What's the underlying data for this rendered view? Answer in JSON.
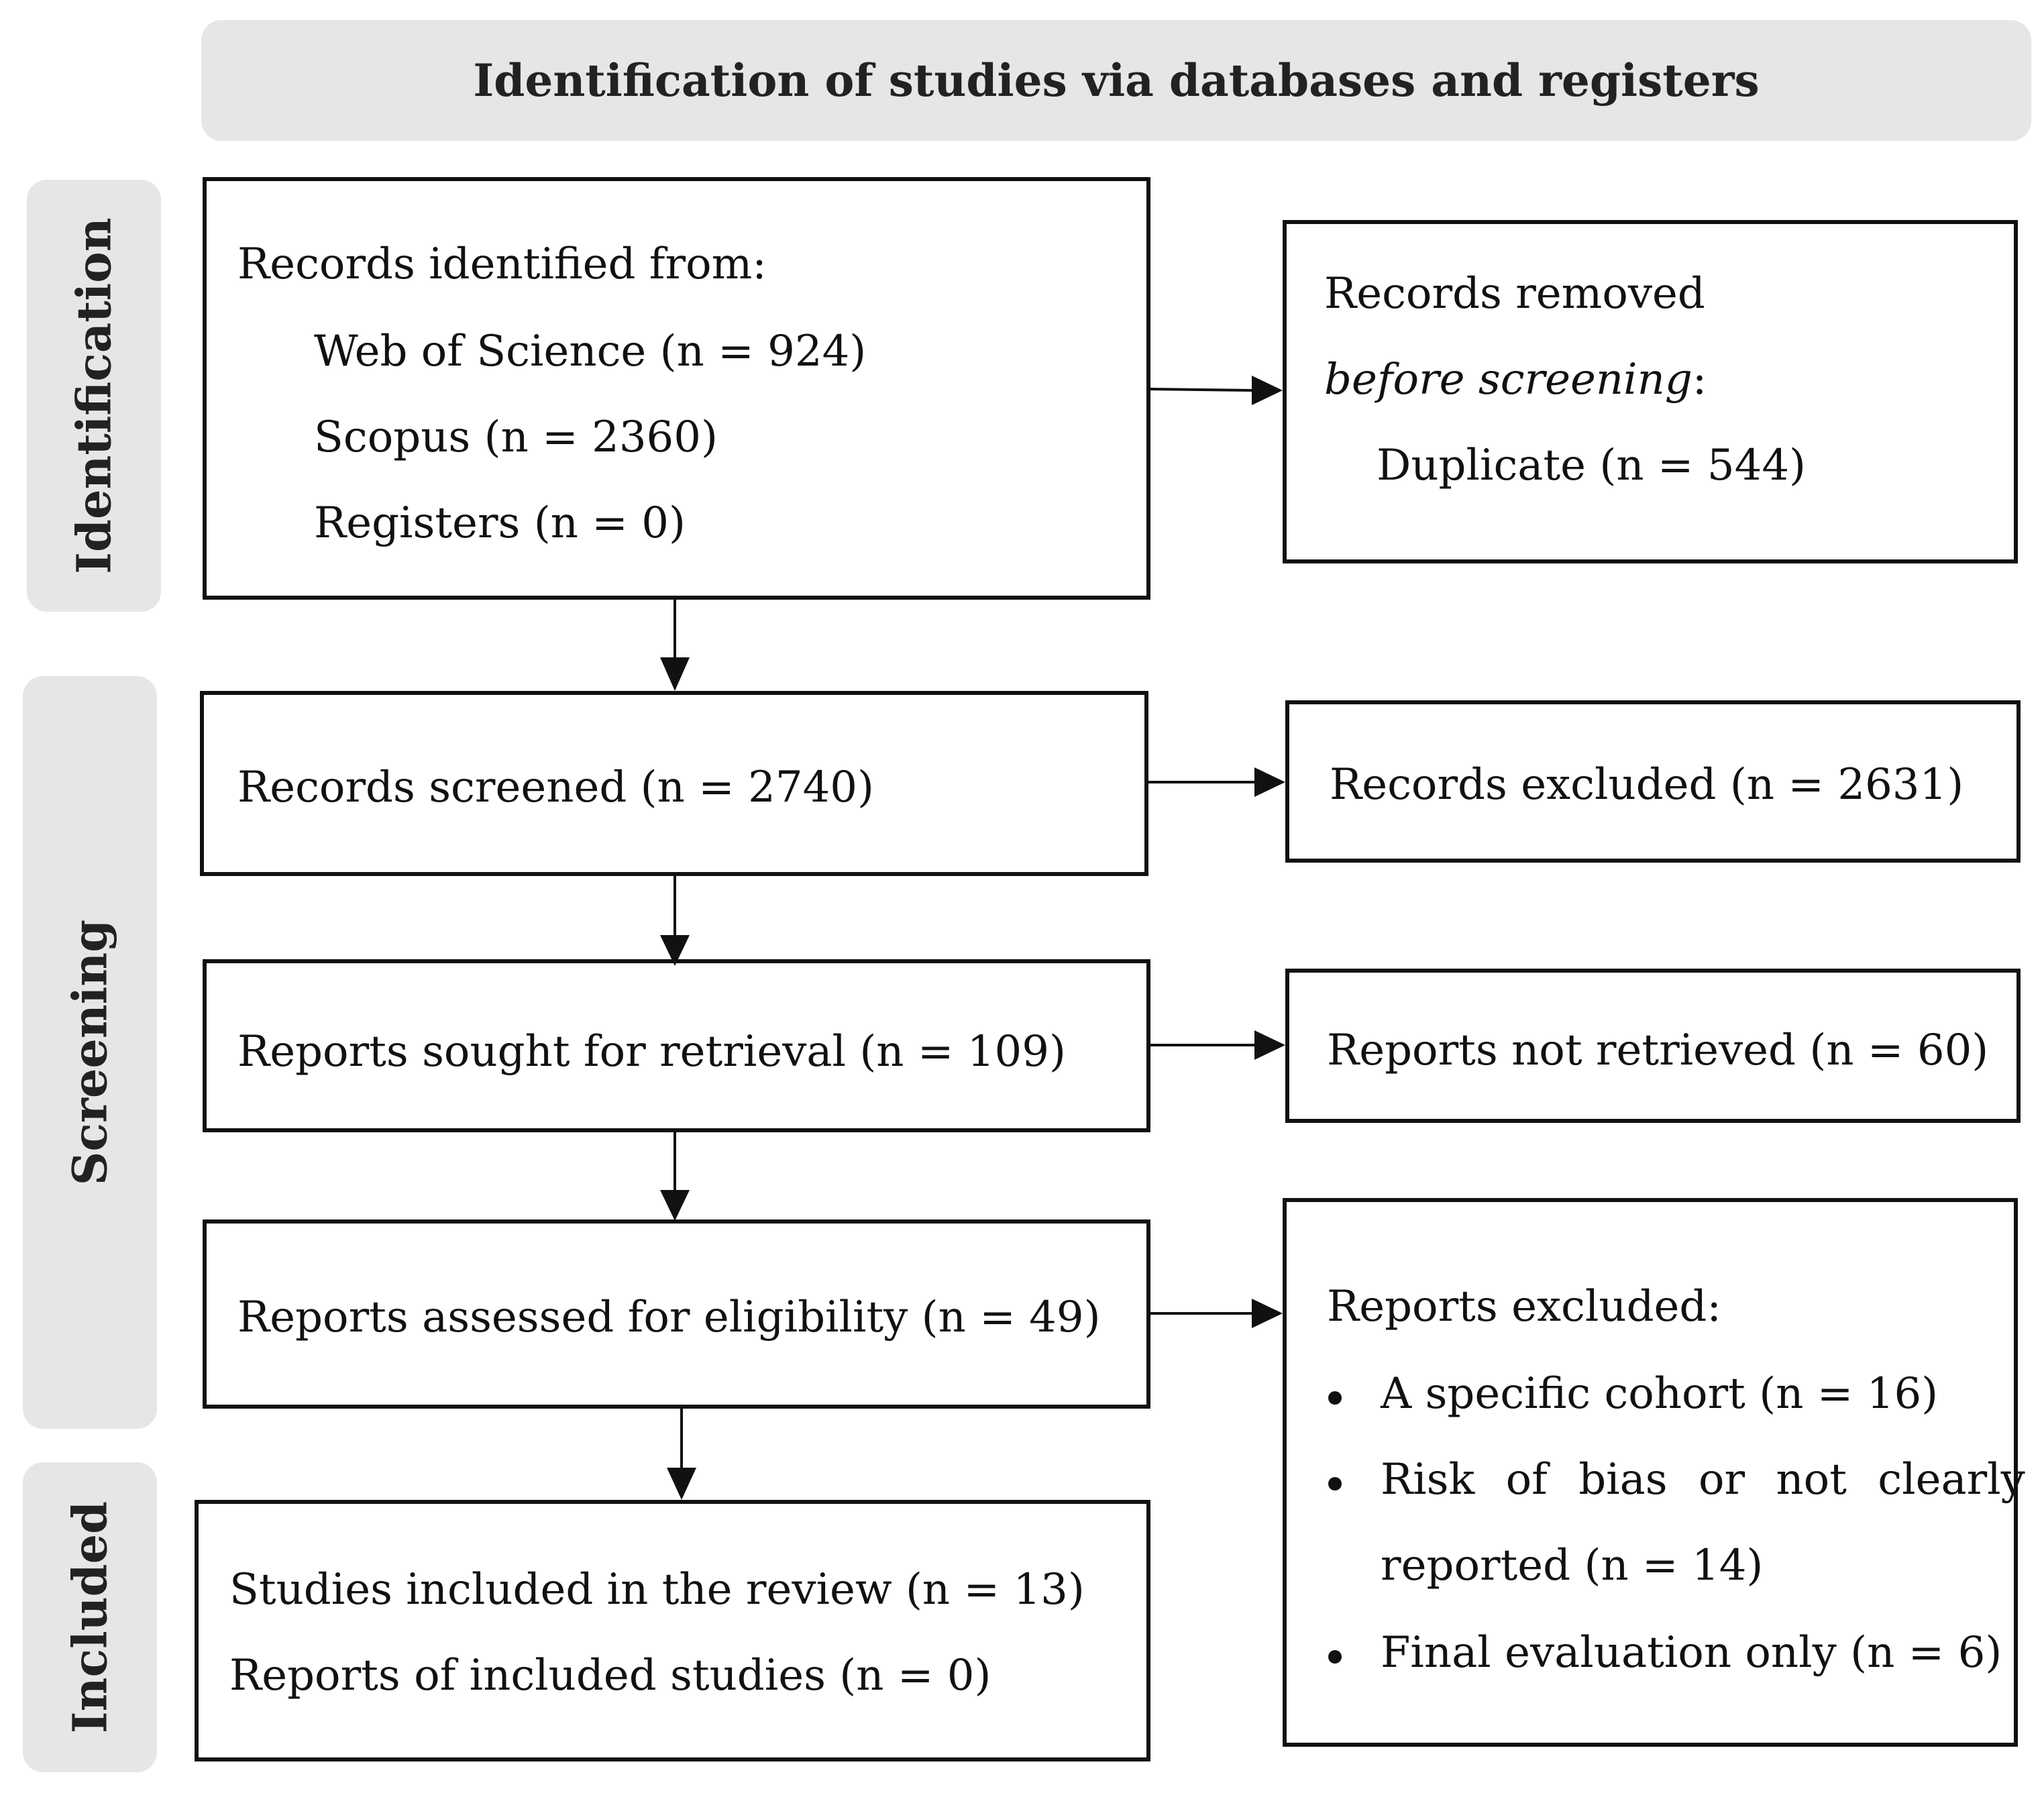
{
  "header": {
    "title": "Identification of studies via databases and registers"
  },
  "phases": {
    "identification": "Identification",
    "screening": "Screening",
    "included": "Included"
  },
  "identified": {
    "heading": "Records identified from:",
    "wos": "Web of Science (n = 924)",
    "scopus": "Scopus (n = 2360)",
    "registers": "Registers (n = 0)"
  },
  "removed": {
    "line1": "Records removed",
    "line2_italic": "before screening",
    "line2_colon": ":",
    "duplicate": "Duplicate (n = 544)"
  },
  "screened": {
    "label": "Records screened (n = 2740)"
  },
  "excluded_records": {
    "label": "Records excluded (n = 2631)"
  },
  "sought": {
    "label": "Reports sought for retrieval (n = 109)"
  },
  "not_retrieved": {
    "label": "Reports not retrieved (n = 60)"
  },
  "assessed": {
    "label": "Reports assessed for eligibility (n = 49)"
  },
  "reports_excluded": {
    "heading": "Reports excluded:",
    "item1": "A specific cohort (n = 16)",
    "item2_line1": "Risk of bias or not clearly",
    "item2_line2": "reported (n = 14)",
    "item3": "Final evaluation only (n = 6)"
  },
  "included_box": {
    "line1": "Studies included in the review (n = 13)",
    "line2": "Reports of included studies (n = 0)"
  }
}
